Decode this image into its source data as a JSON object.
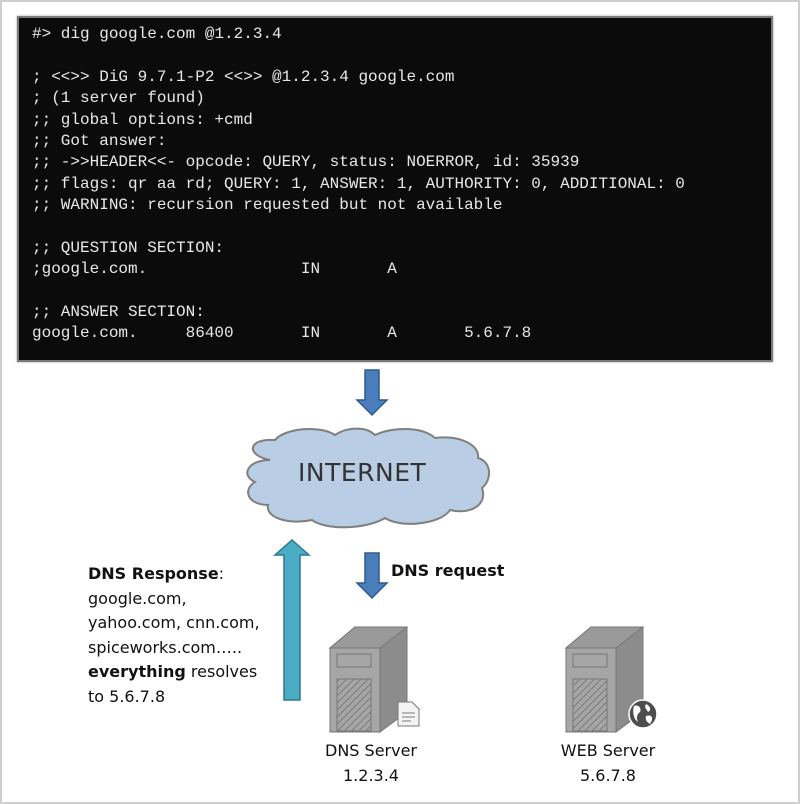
{
  "terminal": {
    "lines": [
      "#> dig google.com @1.2.3.4",
      "",
      "; <<>> DiG 9.7.1-P2 <<>> @1.2.3.4 google.com",
      "; (1 server found)",
      ";; global options: +cmd",
      ";; Got answer:",
      ";; ->>HEADER<<- opcode: QUERY, status: NOERROR, id: 35939",
      ";; flags: qr aa rd; QUERY: 1, ANSWER: 1, AUTHORITY: 0, ADDITIONAL: 0",
      ";; WARNING: recursion requested but not available",
      "",
      ";; QUESTION SECTION:",
      ";google.com.                IN       A",
      "",
      ";; ANSWER SECTION:",
      "google.com.     86400       IN       A       5.6.7.8"
    ]
  },
  "diagram": {
    "cloud_label": "INTERNET",
    "request_label": "DNS request",
    "response": {
      "title": "DNS Response",
      "colon": ":",
      "line1": "google.com,",
      "line2": "yahoo.com, cnn.com,",
      "line3": "spiceworks.com…..",
      "bold_word": "everything",
      "line4_rest": " resolves",
      "line5": "to 5.6.7.8"
    },
    "dns_server": {
      "name": "DNS Server",
      "ip": "1.2.3.4",
      "icon": "document-icon"
    },
    "web_server": {
      "name": "WEB Server",
      "ip": "5.6.7.8",
      "icon": "globe-icon"
    }
  },
  "colors": {
    "arrow_blue": "#4a7ebb",
    "arrow_teal": "#4bacc6",
    "cloud": "#b9cde5",
    "server": "#a6a6a6"
  }
}
